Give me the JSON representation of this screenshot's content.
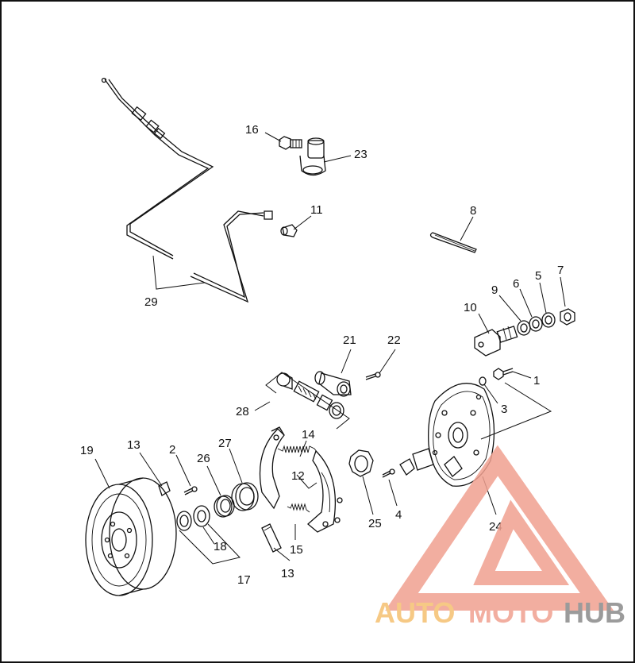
{
  "diagram": {
    "callouts": [
      {
        "id": "1",
        "text": "1"
      },
      {
        "id": "2",
        "text": "2"
      },
      {
        "id": "3",
        "text": "3"
      },
      {
        "id": "4",
        "text": "4"
      },
      {
        "id": "5",
        "text": "5"
      },
      {
        "id": "6",
        "text": "6"
      },
      {
        "id": "7",
        "text": "7"
      },
      {
        "id": "8",
        "text": "8"
      },
      {
        "id": "9",
        "text": "9"
      },
      {
        "id": "10",
        "text": "10"
      },
      {
        "id": "11",
        "text": "11"
      },
      {
        "id": "12",
        "text": "12"
      },
      {
        "id": "13a",
        "text": "13"
      },
      {
        "id": "13b",
        "text": "13"
      },
      {
        "id": "14",
        "text": "14"
      },
      {
        "id": "15",
        "text": "15"
      },
      {
        "id": "16",
        "text": "16"
      },
      {
        "id": "17",
        "text": "17"
      },
      {
        "id": "18",
        "text": "18"
      },
      {
        "id": "19",
        "text": "19"
      },
      {
        "id": "21",
        "text": "21"
      },
      {
        "id": "22",
        "text": "22"
      },
      {
        "id": "23",
        "text": "23"
      },
      {
        "id": "24",
        "text": "24"
      },
      {
        "id": "25",
        "text": "25"
      },
      {
        "id": "26",
        "text": "26"
      },
      {
        "id": "27",
        "text": "27"
      },
      {
        "id": "28",
        "text": "28"
      },
      {
        "id": "29",
        "text": "29"
      }
    ]
  },
  "watermark": {
    "part1": "AUTO",
    "part2": "MOTO",
    "part3": "HUB",
    "color_primary": "#f0a090",
    "color_secondary": "#f5c070",
    "color_dark": "#8a8a8a"
  },
  "colors": {
    "line": "#111111",
    "background": "#ffffff"
  }
}
